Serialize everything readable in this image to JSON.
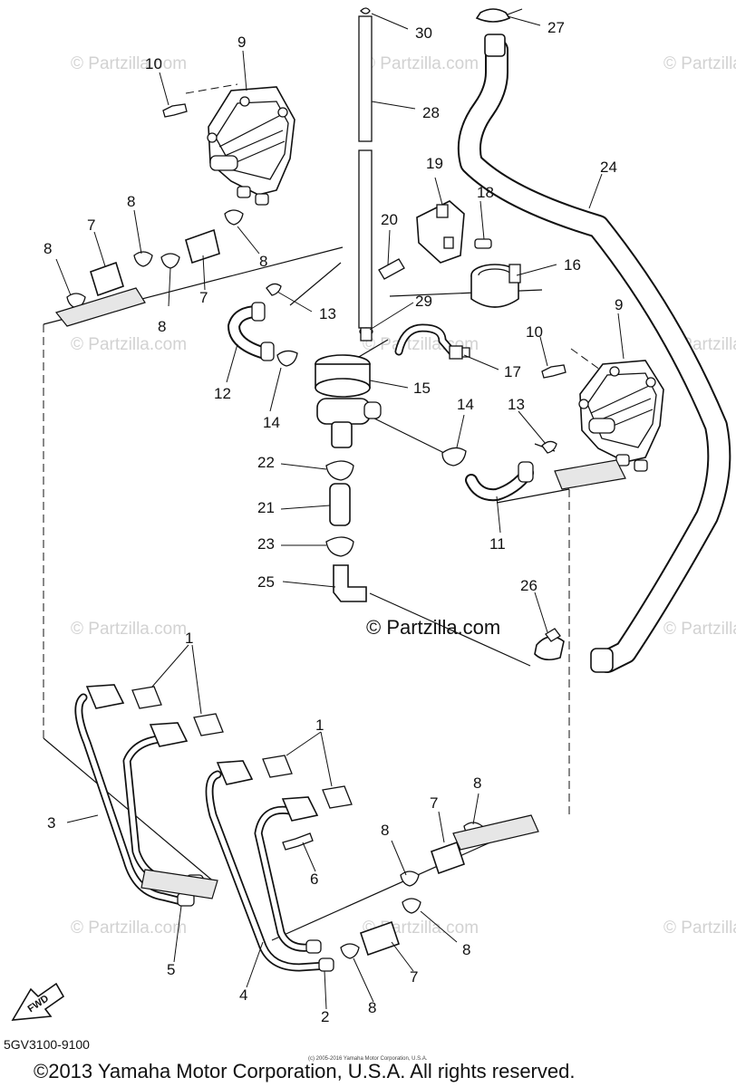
{
  "watermark": {
    "text": "© Partzilla.com",
    "center_text": "© Partzilla.com"
  },
  "callouts": {
    "c1a": "1",
    "c1b": "1",
    "c2": "2",
    "c3": "3",
    "c4": "4",
    "c5": "5",
    "c6": "6",
    "c7a": "7",
    "c7b": "7",
    "c7c": "7",
    "c7d": "7",
    "c8a": "8",
    "c8b": "8",
    "c8c": "8",
    "c8d": "8",
    "c8e": "8",
    "c8f": "8",
    "c8g": "8",
    "c8h": "8",
    "c9a": "9",
    "c9b": "9",
    "c10a": "10",
    "c10b": "10",
    "c11": "11",
    "c12": "12",
    "c13a": "13",
    "c13b": "13",
    "c14a": "14",
    "c14b": "14",
    "c15": "15",
    "c16": "16",
    "c17": "17",
    "c18": "18",
    "c19": "19",
    "c20": "20",
    "c21": "21",
    "c22": "22",
    "c23": "23",
    "c24": "24",
    "c25": "25",
    "c26": "26",
    "c27": "27",
    "c28": "28",
    "c29": "29",
    "c30": "30"
  },
  "fwd_label": "FWD",
  "diagram_code": "5GV3100-9100",
  "tiny_credit": "(c) 2005-2016 Yamaha Motor Corporation, U.S.A.",
  "copyright": "©2013 Yamaha Motor Corporation, U.S.A. All rights reserved."
}
